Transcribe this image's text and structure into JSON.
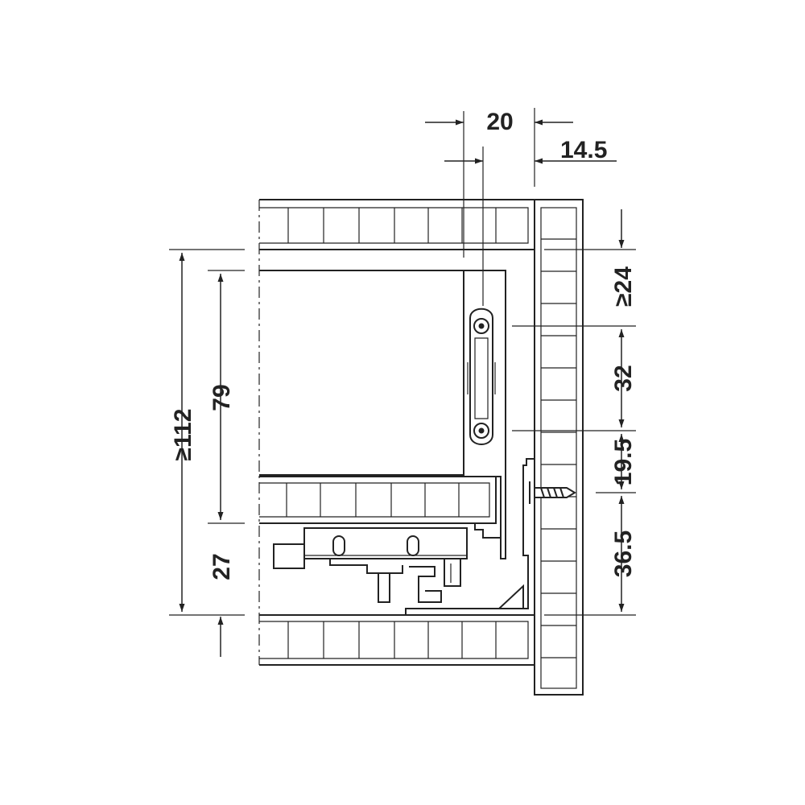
{
  "dimensions": {
    "top_width": "20",
    "top_offset": "14.5",
    "right_top": "≥24",
    "right_spacing": "32",
    "right_lower": "19.5",
    "right_bottom": "36.5",
    "left_total": "≥112",
    "left_inner": "79",
    "left_bottom": "27"
  }
}
